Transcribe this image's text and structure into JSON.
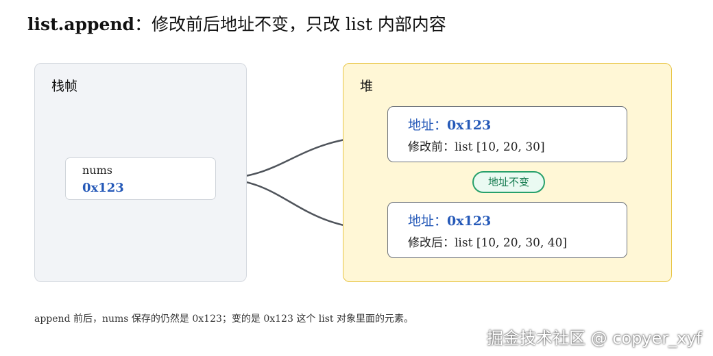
{
  "title": {
    "bold": "list.append",
    "rest": "：修改前后地址不变，只改 list 内部内容"
  },
  "stack": {
    "label": "栈帧",
    "variable": {
      "name": "nums",
      "value": "0x123"
    }
  },
  "heap": {
    "label": "堆",
    "before": {
      "addr_label": "地址：",
      "addr_value": "0x123",
      "content": "修改前：list [10, 20, 30]"
    },
    "after": {
      "addr_label": "地址：",
      "addr_value": "0x123",
      "content": "修改后：list [10, 20, 30, 40]"
    },
    "badge": "地址不变"
  },
  "caption": "append 前后，nums 保存的仍然是 0x123；变的是 0x123 这个 list 对象里面的元素。",
  "watermark": "掘金技术社区 @ copyer_xyf",
  "colors": {
    "accent_blue": "#2559b8",
    "arrow": "#4f545b",
    "badge_green": "#27a06b",
    "heap_bg": "#fff7d6",
    "stack_bg": "#f2f4f7"
  }
}
